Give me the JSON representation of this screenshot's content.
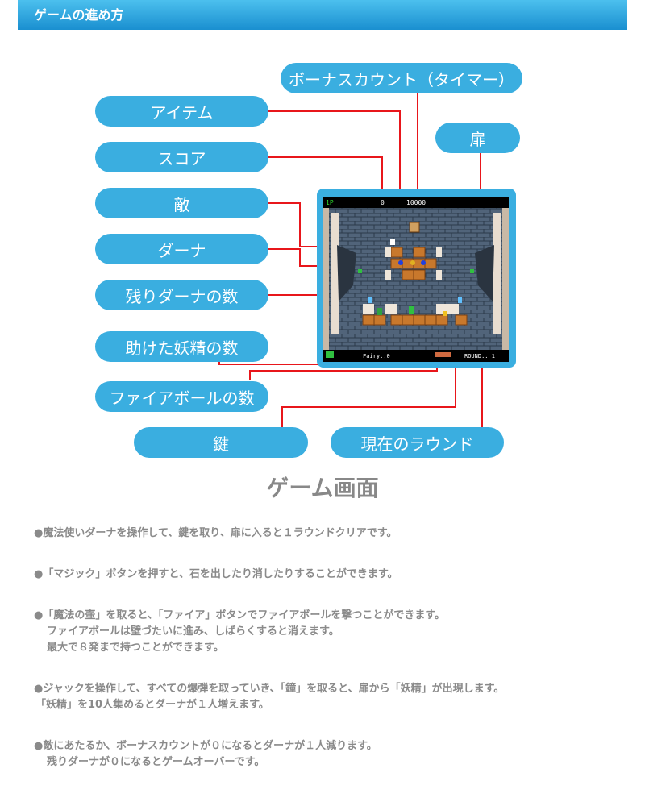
{
  "header": {
    "title": "ゲームの進め方"
  },
  "labels": {
    "bonus_count": "ボーナスカウント（タイマー）",
    "item": "アイテム",
    "door": "扉",
    "score": "スコア",
    "enemy": "敵",
    "dana": "ダーナ",
    "remaining_dana": "残りダーナの数",
    "rescued_fairies": "助けた妖精の数",
    "fireball_count": "ファイアボールの数",
    "key": "鍵",
    "current_round": "現在のラウンド"
  },
  "screen": {
    "hud_left": "1P",
    "hud_score": "0",
    "hud_timer": "10000",
    "hud_fairy": "Fairy..0",
    "hud_round": "ROUND.. 1"
  },
  "caption": "ゲーム画面",
  "notes": [
    {
      "line1": "●魔法使いダーナを操作して、鍵を取り、扉に入ると１ラウンドクリアです。",
      "line2": ""
    },
    {
      "line1": "●「マジック」ボタンを押すと、石を出したり消したりすることができます。",
      "line2": ""
    },
    {
      "line1": "●「魔法の壷」を取ると、「ファイア」ボタンでファイアボールを撃つことができます。",
      "line2": "ファイアボールは壁づたいに進み、しばらくすると消えます。",
      "line3": "最大で８発まで持つことができます。"
    },
    {
      "line1": "●ジャックを操作して、すべての爆弾を取っていき、「鐘」を取ると、扉から「妖精」が出現します。",
      "line2": "「妖精」を10人集めるとダーナが１人増えます。"
    },
    {
      "line1": "●敵にあたるか、ボーナスカウントが０になるとダーナが１人減ります。",
      "line2": "残りダーナが０になるとゲームオーバーです。"
    }
  ],
  "colors": {
    "accent": "#3aaee0",
    "line": "#e8161b",
    "text": "#8a8a8a"
  }
}
